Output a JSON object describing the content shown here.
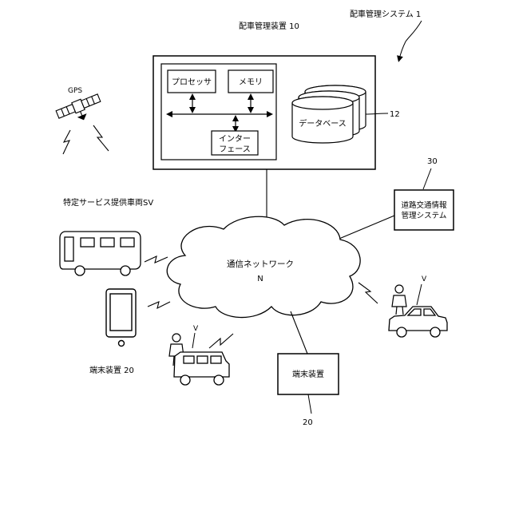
{
  "labels": {
    "system": "配車管理システム 1",
    "device": "配車管理装置 10",
    "processor": "プロセッサ",
    "memory": "メモリ",
    "interface_line1": "インター",
    "interface_line2": "フェース",
    "database": "データベース",
    "ref_database": "12",
    "gps": "GPS",
    "ref_traffic": "30",
    "traffic_line1": "道路交通情報",
    "traffic_line2": "管理システム",
    "special_vehicle": "特定サービス提供車両SV",
    "network": "通信ネットワーク",
    "network_ref": "N",
    "terminal_label": "端末装置 20",
    "terminal_box": "端末装置",
    "ref_terminal": "20",
    "vehicle_ref_1": "V",
    "vehicle_ref_2": "V"
  }
}
